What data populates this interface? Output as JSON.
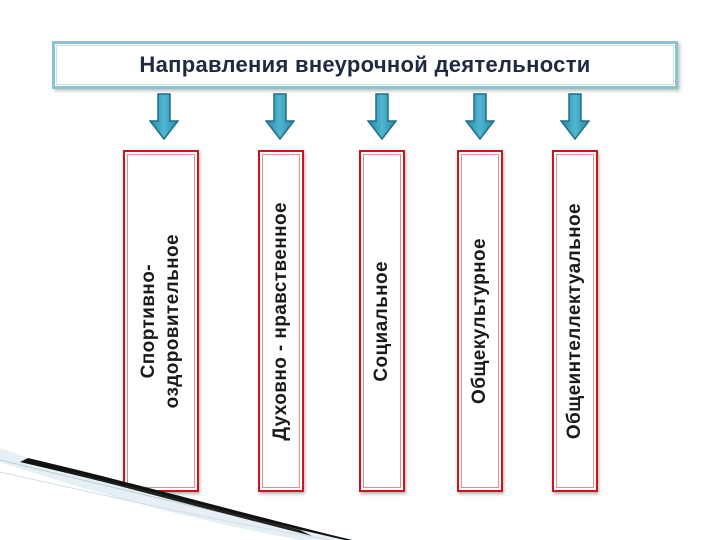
{
  "title": "Направления внеурочной деятельности",
  "directions": [
    {
      "label": "Спортивно-\nоздоровительное"
    },
    {
      "label": "Духовно - нравственное"
    },
    {
      "label": "Социальное"
    },
    {
      "label": "Общекультурное"
    },
    {
      "label": "Общеинтеллектуальное"
    }
  ],
  "colors": {
    "title_border": "#8cc3cf",
    "card_border": "#c8161d",
    "arrow_fill": "#3b9fbd",
    "arrow_stroke": "#1f6f87"
  },
  "icons": {
    "arrow": "arrow-down-icon"
  }
}
